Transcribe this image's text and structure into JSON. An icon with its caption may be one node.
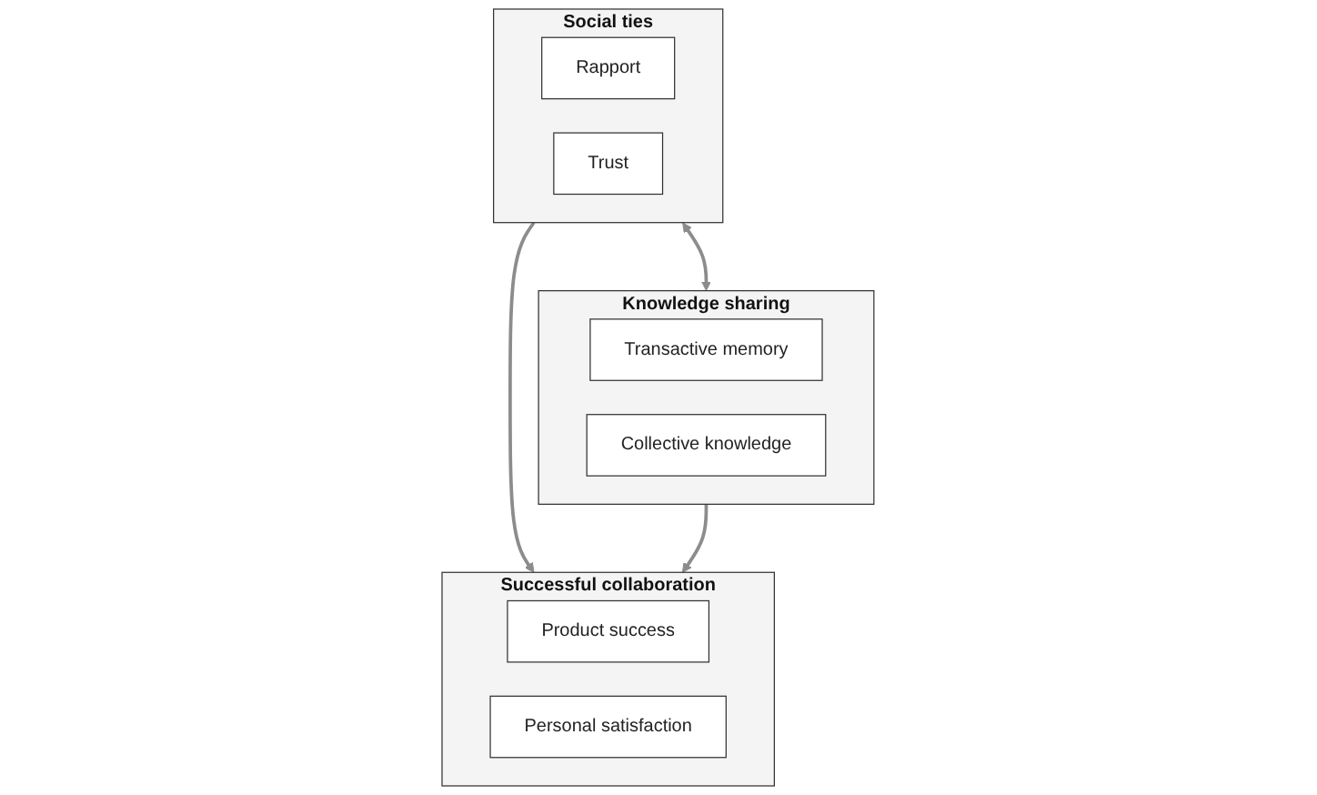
{
  "diagram": {
    "nodes": [
      {
        "text": [
          "Social ties"
        ]
      },
      {
        "text": [
          "Rapport"
        ],
        "in": 0
      },
      {
        "text": [
          "Trust"
        ],
        "in": 0
      },
      {
        "text": [
          "Successful collaboration"
        ]
      },
      {
        "text": [
          "Product success"
        ],
        "in": 3
      },
      {
        "text": [
          "Personal satisfaction"
        ],
        "in": 3
      },
      {
        "text": [
          "Knowledge sharing"
        ]
      },
      {
        "text": [
          "Transactive memory"
        ],
        "in": 6
      },
      {
        "text": [
          "Collective knowledge"
        ],
        "in": 6
      }
    ],
    "edges": [
      {
        "from": 0,
        "to": 6,
        "arrow": "both"
      },
      {
        "from": 0,
        "to": 3,
        "arrow": "to"
      },
      {
        "from": 6,
        "to": 3,
        "arrow": "to"
      }
    ]
  }
}
